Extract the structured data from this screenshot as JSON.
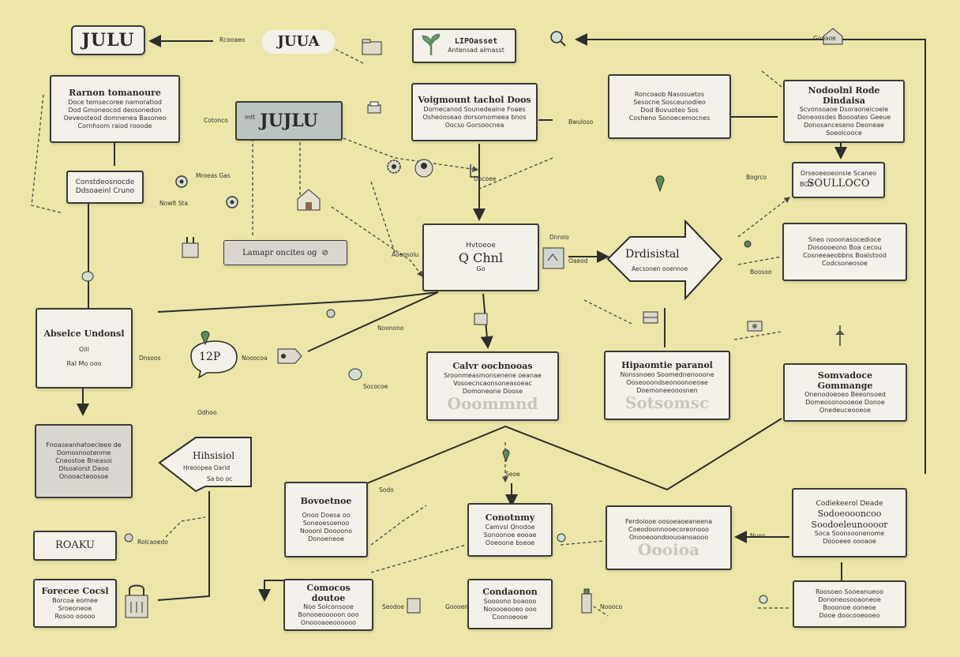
{
  "palette": {
    "background": "#ece6a8",
    "box_fill": "#f4f1ea",
    "box_grey": "#d8d6cf",
    "box_dark": "#bcc4c2",
    "line": "#2e2e2e",
    "dashed": "#4a4a4a",
    "icon_green": "#5a8a5a"
  },
  "nodes": {
    "logo_left": {
      "title": "JULU"
    },
    "logo_mid": {
      "title": "JUUA"
    },
    "top_doc": {
      "title": "LIPOasset",
      "line1": "Antensad almasst"
    },
    "box_tl": {
      "title": "Rarnon tomanoure",
      "lines": [
        "Doce temsecoree namoratiod",
        "Dod Gmoneocod deosonedon",
        "Oeveosteod domnenea Basoneo",
        "Cornhsom raiod rooode"
      ]
    },
    "box_julu_dark": {
      "title": "JUJLU",
      "sub": "mlt"
    },
    "box_tc": {
      "title": "Voigmount tachol Doos",
      "lines": [
        "Dornecanod Sounedeaine Foaes",
        "Osheooseao dorsomomeea bnos",
        "Oocso Gorsoocnea"
      ]
    },
    "box_tc2": {
      "title": "Roncoaob Nasosuetos",
      "lines": [
        "Sesocne Sosceunodieo",
        "Dod Bovuoteo Sos",
        "Cosheno Sonoecemocnes"
      ]
    },
    "box_tr": {
      "title": "Nodoolnl Rode Dindaisa",
      "lines": [
        "Scvonsoaoe Dsoraoneicoele",
        "Doneoosdes Boooateo Geeue",
        "Donosanceseno Deoneae",
        "Soeolcooce"
      ]
    },
    "box_const": {
      "title": "Constdeosnocde",
      "sub": "Ddsoaeinl Cruno"
    },
    "box_solloc": {
      "title": "SOULLOCO",
      "sub": "Orseoeeoeonsie Scaneo",
      "tag": "BOT"
    },
    "input_bar": {
      "title": "Lamapr oncites og"
    },
    "box_center": {
      "title": "Hvtoeoe",
      "big": "Q Chnl",
      "sub": "Go"
    },
    "arrow_center": {
      "title": "Drdisistal",
      "sub": "Aecsonen ooennoe"
    },
    "box_r_mid": {
      "lines": [
        "Sneo nooonasocedioce",
        "Dosoooeono Boa cecou",
        "Cosneeaeobbns Boalstood",
        "Codcsoneosoe"
      ]
    },
    "box_abs": {
      "title": "Abselce Undonsl",
      "sub": "Oill",
      "sub2": "Ral Mo ooo"
    },
    "bubble": {
      "title": "12P"
    },
    "box_cover": {
      "title": "Calvr oocbnooas",
      "lines": [
        "Sroonmeasmonsenene oeanae",
        "Vosoecncaonsoneasoeac",
        "Domoneone Doose"
      ],
      "ghost": "Ooommnd"
    },
    "box_hipc": {
      "title": "Hipaomtie paranol",
      "lines": [
        "Nonssnoeo Soomednenooone",
        "Ooseooondseonoonoeoae",
        "Doemoneeooosnen"
      ],
      "ghost": "Sotsomsc"
    },
    "box_sgm": {
      "title": "Somvadoce Gommange",
      "lines": [
        "Onenodoeoeo Beeonsoed",
        "Domeosonoooeoe Donoe",
        "Onedeuceooeoe"
      ]
    },
    "box_fl_grey": {
      "lines": [
        "Fnoaseanhatoecleee de",
        "Domosnootenme",
        "Cneostoe Bneasoi",
        "Dlsoalorst Daoo",
        "Onooacteoosoe"
      ]
    },
    "arrow_left": {
      "title": "Hihsisiol",
      "sub": "Hreoopea Oarid",
      "sub2": "Sa bo oc"
    },
    "box_bottom_c": {
      "title": "Bovoetnoe",
      "lines": [
        "Onoo Doesa oo",
        "Soneoesoenoo",
        "Nooonl Doooono",
        "Donoeneoe"
      ]
    },
    "box_commu": {
      "title": "Conotnmy",
      "lines": [
        "Camvsl Qnodoe",
        "Sonoonoe eooae",
        "Ooeoone bseoe"
      ]
    },
    "box_midb": {
      "lines": [
        "Ferdoiooe oosoeaoeaneena",
        "Coeodoonnooecoreonooo",
        "Onooeoondoouoanoaooo"
      ],
      "ghost": "Oooioa"
    },
    "box_codix": {
      "title": "Codiekeerol Deade",
      "title2": "Sodoeoooncoo",
      "title3": "Soodoeleunoooor",
      "lines": [
        "Soca Soonsoonenome",
        "Doooeee oooaoe"
      ]
    },
    "box_roaku": {
      "title": "ROAKU"
    },
    "box_forecast": {
      "title": "Forecee Cocsl",
      "lines": [
        "Borcoa eomee",
        "Sroeoneoe",
        "Rosoo ooooo"
      ]
    },
    "box_combo": {
      "title": "Comocos doutoe",
      "lines": [
        "Noo Solconsooe",
        "Bonooeooooon ooo",
        "Onoooaoeoooooo"
      ]
    },
    "box_condos": {
      "title": "Condaonon",
      "lines": [
        "Soooono boaooo",
        "Nooooeooeo ooo",
        "Coonoeooe"
      ]
    },
    "box_br": {
      "lines": [
        "Roosoeo Sooeanueoo",
        "Dononeosooaoneoe",
        "Booonoe ooneoe",
        "Dooe doocooeooeo"
      ]
    }
  },
  "labels": [
    "Rcooaeo",
    "Cotonco",
    "Mroeas Gas",
    "Nowlt Sta",
    "Dnrolo",
    "Bwuloso",
    "Bogrco",
    "Dnsoos",
    "Nooocoa",
    "Noonono",
    "Sococoe",
    "Aoeosolu",
    "Odhoo",
    "Rolcaoedo",
    "Seodoe",
    "Goooen",
    "Noooco",
    "Nuoo",
    "Oaeod",
    "Boosoo",
    "Sodo",
    "Seoe",
    "Docoee",
    "Gooaoe"
  ]
}
